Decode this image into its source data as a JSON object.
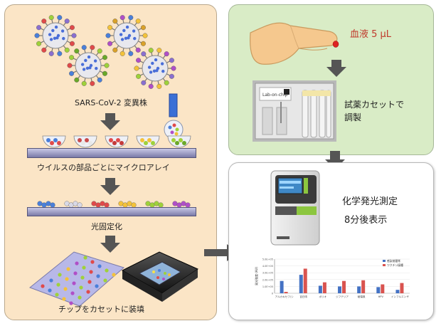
{
  "left_panel": {
    "virus_label": "SARS-CoV-2 変異株",
    "microarray_label": "ウイルスの部品ごとにマイクロアレイ",
    "fixation_label": "光固定化",
    "chip_label": "チップをカセットに装填"
  },
  "top_right_panel": {
    "blood_label": "血液 5 μL",
    "cassette_label_line1": "試薬カセットで",
    "cassette_label_line2": "調製",
    "cassette_text": "Lab-on-chip"
  },
  "bottom_right_panel": {
    "measure_label": "化学発光測定",
    "display_label": "8分後表示"
  },
  "colors": {
    "left_panel_bg": "#fbe5c6",
    "top_right_bg": "#d9ecc6",
    "arrow": "#555555",
    "series_a": "#4472c4",
    "series_b": "#d9534f"
  },
  "chart_data": {
    "type": "bar",
    "ylabel": "発光強度 (AU)",
    "yticks": [
      "0",
      "1.0E+05",
      "2.0E+05",
      "3.0E+05",
      "4.0E+05",
      "5.0E+05"
    ],
    "categories": [
      "アルカキセフ/シ",
      "百日咳",
      "ポリオ",
      "ジフテリア",
      "破傷風",
      "HPV",
      "インフルエンザ"
    ],
    "series": [
      {
        "name": "感染前健常",
        "values": [
          1.8,
          2.7,
          1.1,
          1.0,
          1.0,
          0.9,
          0.5
        ]
      },
      {
        "name": "ワクチン接種",
        "values": [
          0.2,
          3.6,
          1.6,
          1.8,
          1.9,
          1.3,
          1.5
        ]
      }
    ],
    "ylim": [
      0,
      5
    ],
    "legend": "top-right"
  }
}
